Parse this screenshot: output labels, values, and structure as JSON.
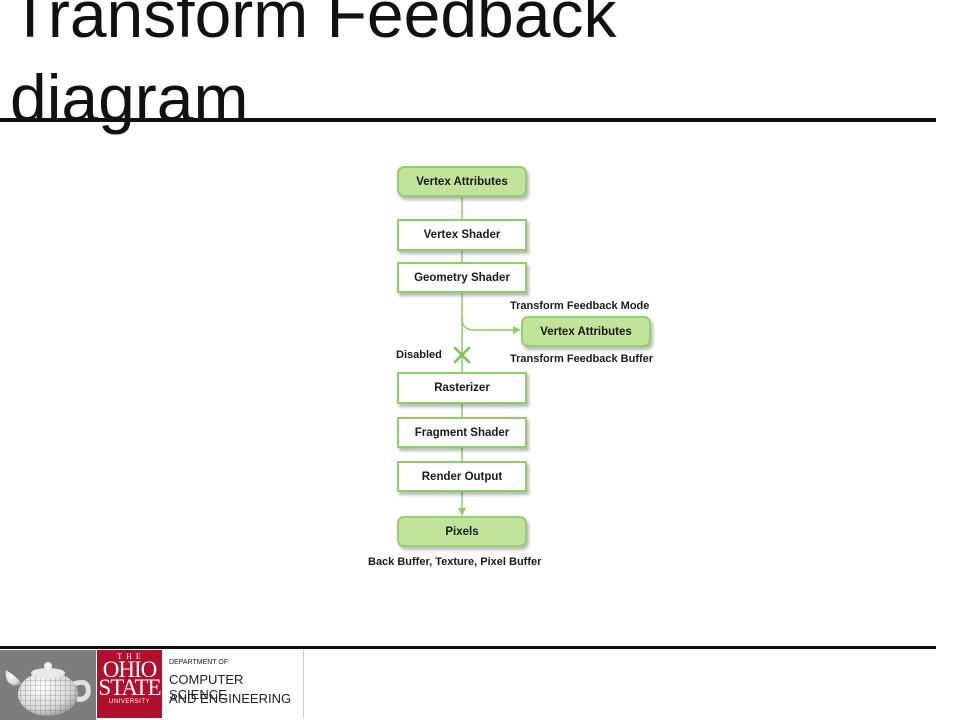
{
  "slide": {
    "title_line1": "Transform Feedback",
    "title_line2": "diagram"
  },
  "diagram": {
    "accent_color": "#8ccf63",
    "pill_fill": "#c2e49a",
    "nodes": {
      "vertex_attributes": "Vertex Attributes",
      "vertex_shader": "Vertex Shader",
      "geometry_shader": "Geometry Shader",
      "feedback_vertex_attributes": "Vertex Attributes",
      "rasterizer": "Rasterizer",
      "fragment_shader": "Fragment Shader",
      "render_output": "Render Output",
      "pixels": "Pixels"
    },
    "labels": {
      "transform_feedback_mode": "Transform Feedback Mode",
      "transform_feedback_buffer": "Transform Feedback Buffer",
      "disabled": "Disabled",
      "pixels_caption": "Back Buffer, Texture, Pixel Buffer"
    }
  },
  "footer": {
    "university_the": "THE",
    "university_name_line1": "OHIO",
    "university_name_line2": "STATE",
    "university_word": "UNIVERSITY",
    "department_of": "DEPARTMENT OF",
    "department_line1": "COMPUTER SCIENCE",
    "department_line2": "AND ENGINEERING",
    "logo_color": "#b0102c"
  }
}
